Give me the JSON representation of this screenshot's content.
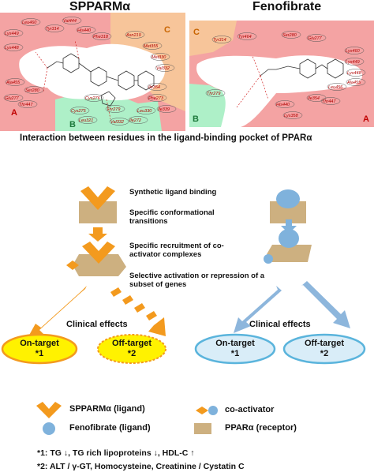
{
  "headers": {
    "left": "SPPARMα",
    "right": "Fenofibrate"
  },
  "caption": "Interaction between residues in the ligand-binding pocket of PPARα",
  "regions": {
    "a": "A",
    "b": "B",
    "c": "C"
  },
  "left_residues": [
    "Leu460",
    "Tyr314",
    "Val444",
    "His440",
    "Lys449",
    "Phe318",
    "Asn219",
    "Lys448",
    "Met355",
    "Met330",
    "Val332",
    "Ala455",
    "Ser280",
    "Glu277",
    "Thr447",
    "Cys276",
    "Cys275",
    "Thr279",
    "Leu321",
    "Val332",
    "Ile354",
    "Phe273",
    "Leu330",
    "Ile272",
    "Ile339"
  ],
  "right_residues": [
    "Tyr314",
    "Tyr464",
    "Ser280",
    "Glu277",
    "Lys460",
    "Lys449",
    "Lys448",
    "Ala455",
    "Leu456",
    "Ile354",
    "His440",
    "Thr447",
    "Lys358",
    "Thr279"
  ],
  "steps": [
    "Synthetic ligand binding",
    "Specific conformational transitions",
    "Specific recruitment of co-activator complexes",
    "Selective activation or repression of a subset of genes"
  ],
  "clinical": {
    "left_label": "Clinical effects",
    "right_label": "Clinical effects",
    "on_target": "On-target",
    "on_note": "*1",
    "off_target": "Off-target",
    "off_note": "*2"
  },
  "legend": {
    "spparm": "SPPARMα (ligand)",
    "fenofibrate": "Fenofibrate (ligand)",
    "coactivator": "co-activator",
    "receptor": "PPARα (receptor)"
  },
  "footnotes": {
    "n1": "*1: TG ↓, TG rich lipoproteins ↓, HDL-C ↑",
    "n2": "*2: ALT / γ-GT, Homocysteine, Creatinine / Cystatin C"
  },
  "colors": {
    "orange": "#f39a1e",
    "blue": "#7fb2dc",
    "tan": "#cdb080",
    "region_red": "#f4a3a3",
    "region_orange": "#f7c59a",
    "region_green": "#aef0c8",
    "oval_yellow": "#fff200",
    "oval_blue": "#d9edf8"
  }
}
